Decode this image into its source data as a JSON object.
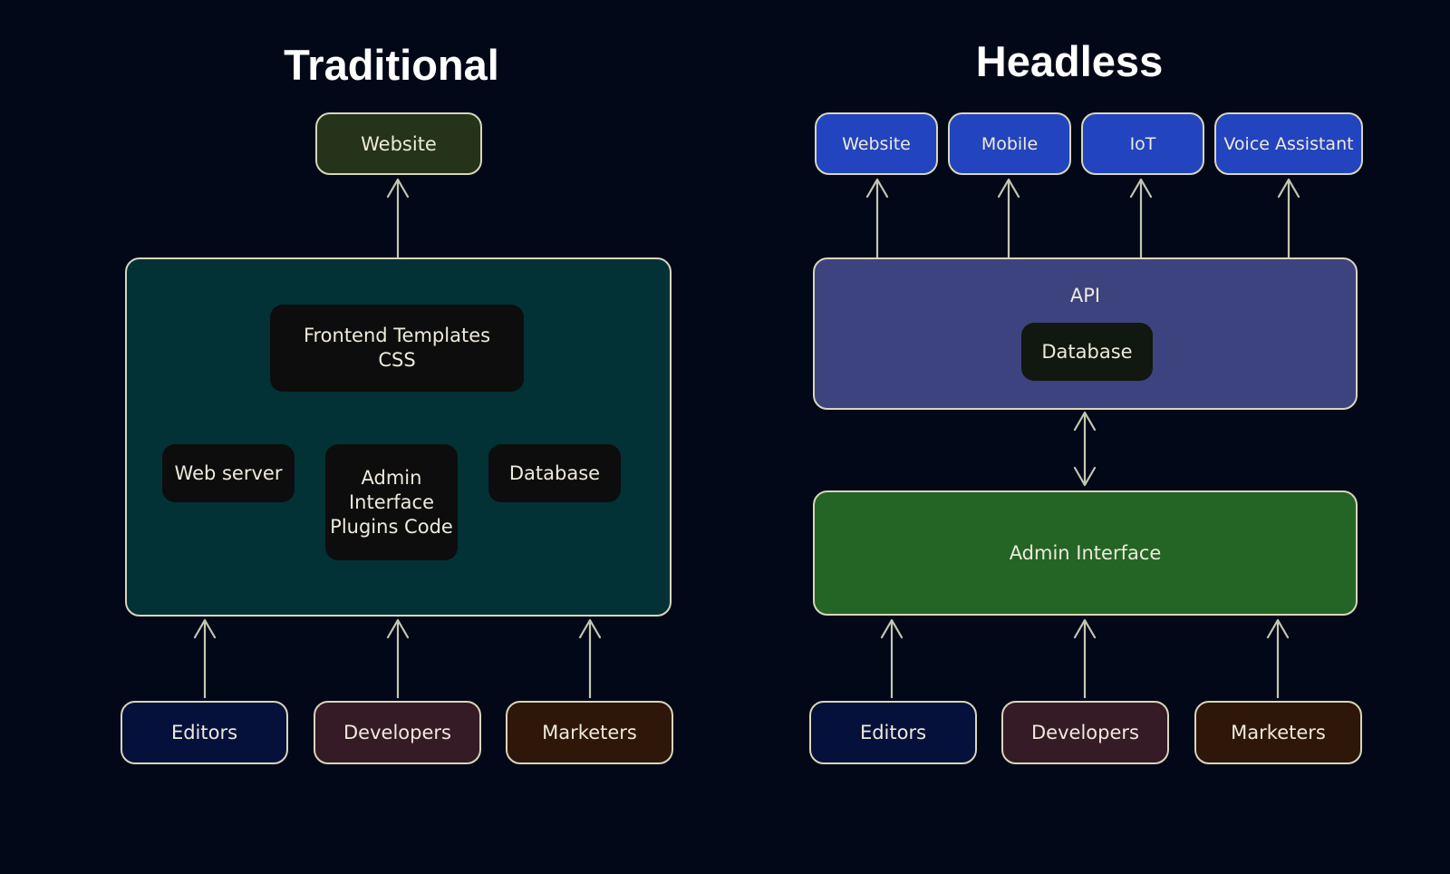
{
  "traditional": {
    "title": "Traditional",
    "output": "Website",
    "container": {
      "frontend": "Frontend Templates\nCSS",
      "web_server": "Web server",
      "admin": "Admin\nInterface\nPlugins Code",
      "database": "Database"
    },
    "roles": [
      "Editors",
      "Developers",
      "Marketers"
    ]
  },
  "headless": {
    "title": "Headless",
    "outputs": [
      "Website",
      "Mobile",
      "IoT",
      "Voice Assistant"
    ],
    "api": {
      "label": "API",
      "database": "Database"
    },
    "admin": "Admin Interface",
    "roles": [
      "Editors",
      "Developers",
      "Marketers"
    ]
  },
  "colors": {
    "background": "#030818",
    "border": "#d8d6bc",
    "traditional_website": "#243319",
    "traditional_container": "#023235",
    "headless_output": "#2244be",
    "api": "#3d437e",
    "admin_interface": "#246424",
    "editors": "#05113a",
    "developers": "#351b26",
    "marketers": "#2e1608",
    "inner_box": "#0d0d0d"
  }
}
